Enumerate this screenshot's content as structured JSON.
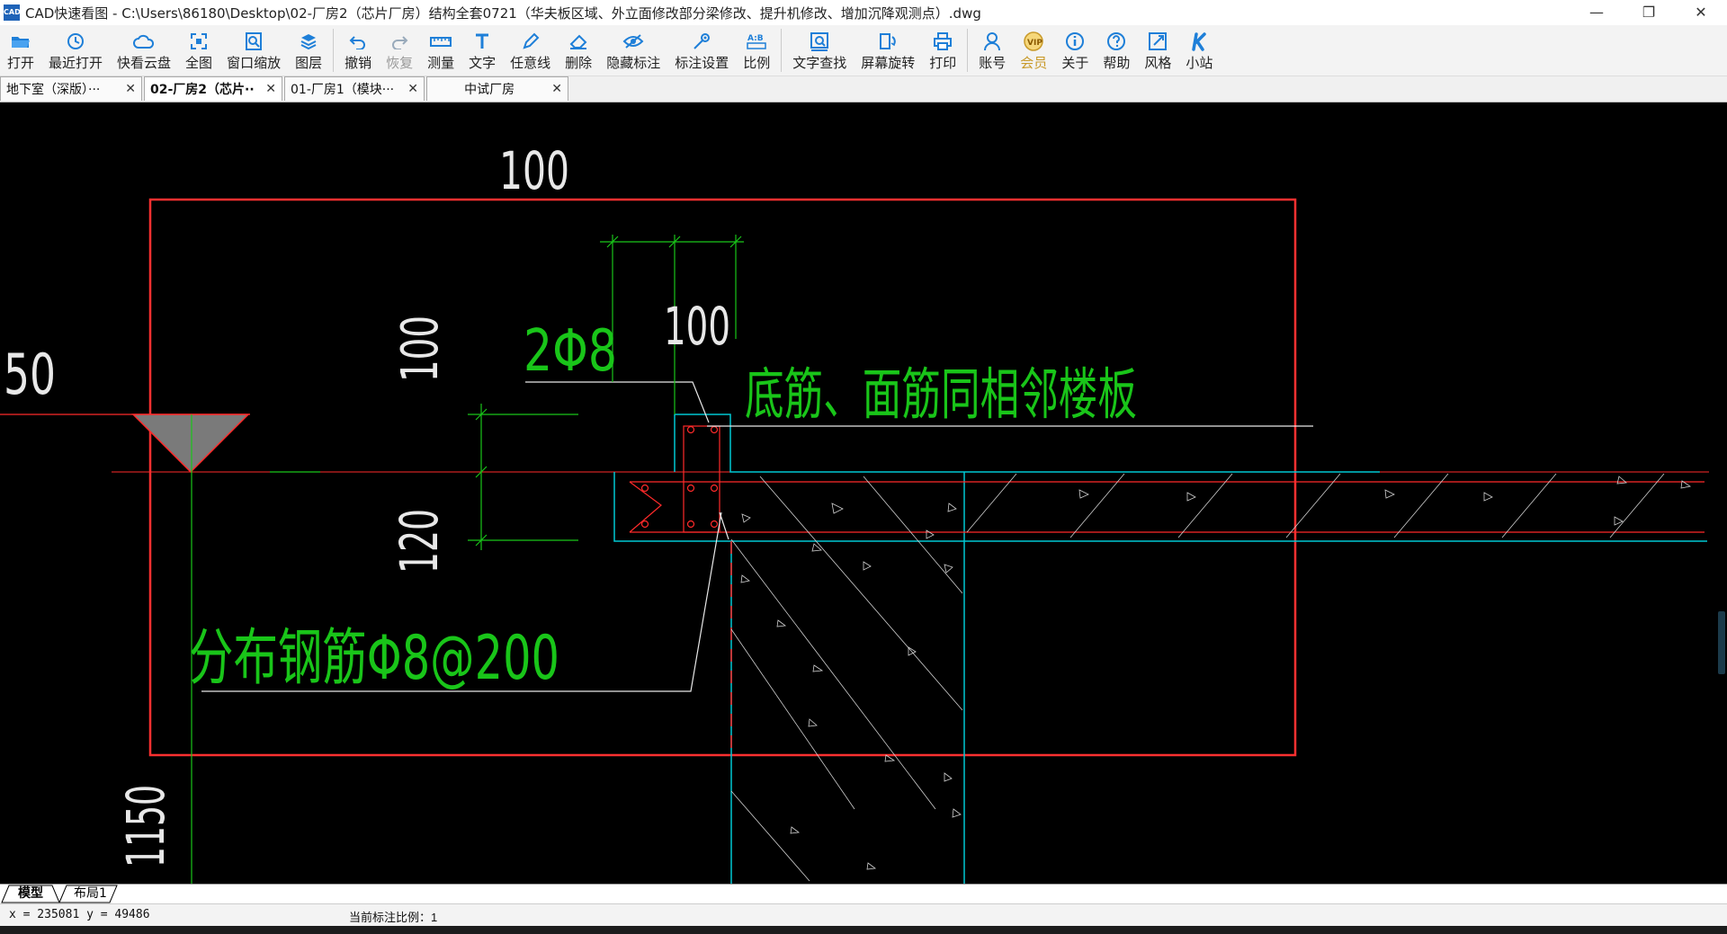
{
  "window": {
    "icon_text": "CAD",
    "title": "CAD快速看图 - C:\\Users\\86180\\Desktop\\02-厂房2（芯片厂房）结构全套0721（华夫板区域、外立面修改部分梁修改、提升机修改、增加沉降观测点）.dwg",
    "minimize": "—",
    "restore": "❐",
    "close": "✕"
  },
  "toolbar": [
    {
      "label": "打开",
      "icon": "folder-open-icon"
    },
    {
      "label": "最近打开",
      "icon": "history-icon"
    },
    {
      "label": "快看云盘",
      "icon": "cloud-icon"
    },
    {
      "label": "全图",
      "icon": "fit-all-icon"
    },
    {
      "label": "窗口缩放",
      "icon": "zoom-window-icon"
    },
    {
      "label": "图层",
      "icon": "layers-icon"
    },
    {
      "label": "撤销",
      "icon": "undo-icon"
    },
    {
      "label": "恢复",
      "icon": "redo-icon"
    },
    {
      "label": "测量",
      "icon": "ruler-icon"
    },
    {
      "label": "文字",
      "icon": "text-icon"
    },
    {
      "label": "任意线",
      "icon": "pen-icon"
    },
    {
      "label": "删除",
      "icon": "eraser-icon"
    },
    {
      "label": "隐藏标注",
      "icon": "eye-hide-icon"
    },
    {
      "label": "标注设置",
      "icon": "dimension-settings-icon"
    },
    {
      "label": "比例",
      "icon": "scale-icon"
    },
    {
      "label": "文字查找",
      "icon": "text-search-icon"
    },
    {
      "label": "屏幕旋转",
      "icon": "rotate-screen-icon"
    },
    {
      "label": "打印",
      "icon": "printer-icon"
    },
    {
      "label": "账号",
      "icon": "user-icon"
    },
    {
      "label": "会员",
      "icon": "vip-icon"
    },
    {
      "label": "关于",
      "icon": "info-icon"
    },
    {
      "label": "帮助",
      "icon": "help-icon"
    },
    {
      "label": "风格",
      "icon": "style-icon"
    },
    {
      "label": "小站",
      "icon": "k-station-icon"
    }
  ],
  "vip_badge": "VIP",
  "scale_badge": "A:B",
  "tabs": [
    {
      "label": "地下室（深版）···",
      "close": "✕"
    },
    {
      "label": "02-厂房2（芯片··",
      "close": "✕"
    },
    {
      "label": "01-厂房1（模块···",
      "close": "✕"
    },
    {
      "label": "中试厂房",
      "close": "✕"
    }
  ],
  "drawing": {
    "dim_top": "100",
    "dim_left": "50",
    "dim_100_vertical": "100",
    "dim_100_horizontal": "100",
    "rebar_label": "2Φ8",
    "note_bottom_top": "底筋、面筋同相邻楼板",
    "dim_120": "120",
    "distribution_note": "分布钢筋Φ8@200",
    "dim_1150": "1150",
    "colors": {
      "green": "#19c519",
      "red": "#ff2a2a",
      "cyan": "#00c8d2",
      "white": "#e8e8e8",
      "frame": "#ff3030"
    }
  },
  "layout_tabs": [
    "模型",
    "布局1"
  ],
  "status": {
    "coords": "x = 235081  y = 49486",
    "scale": "当前标注比例：1"
  }
}
